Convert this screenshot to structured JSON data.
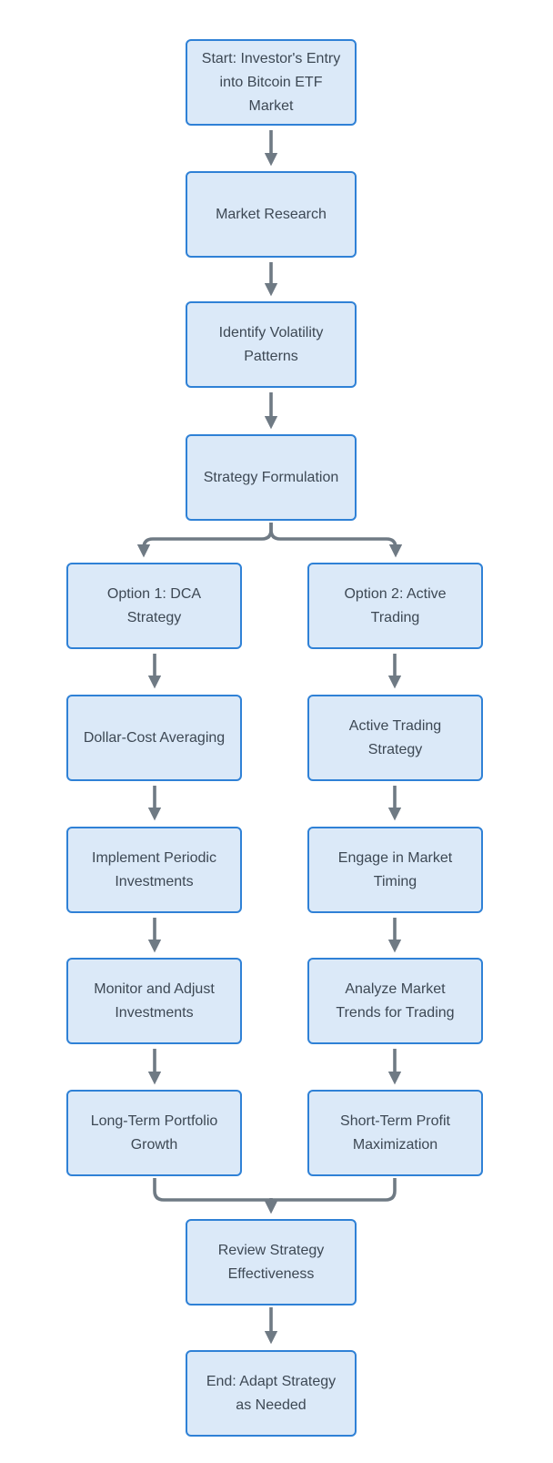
{
  "diagram": {
    "type": "flowchart",
    "direction": "top-down",
    "colors": {
      "background": "#ffffff",
      "node_fill": "#dbe9f8",
      "node_border": "#2f81d6",
      "node_text": "#3d4854",
      "connector": "#6f7a84"
    },
    "nodes": [
      {
        "id": "start",
        "label": "Start: Investor's Entry into Bitcoin ETF Market"
      },
      {
        "id": "market-research",
        "label": "Market Research"
      },
      {
        "id": "identify-volatility",
        "label": "Identify Volatility Patterns"
      },
      {
        "id": "strategy-formulation",
        "label": "Strategy Formulation"
      },
      {
        "id": "option-1-dca",
        "label": "Option 1: DCA Strategy"
      },
      {
        "id": "option-2-active-trading",
        "label": "Option 2: Active Trading"
      },
      {
        "id": "dollar-cost-averaging",
        "label": "Dollar-Cost Averaging"
      },
      {
        "id": "active-trading-strategy",
        "label": "Active Trading Strategy"
      },
      {
        "id": "implement-periodic",
        "label": "Implement Periodic Investments"
      },
      {
        "id": "engage-market-timing",
        "label": "Engage in Market Timing"
      },
      {
        "id": "monitor-adjust",
        "label": "Monitor and Adjust Investments"
      },
      {
        "id": "analyze-market-trends",
        "label": "Analyze Market Trends for Trading"
      },
      {
        "id": "long-term-growth",
        "label": "Long-Term Portfolio Growth"
      },
      {
        "id": "short-term-profit",
        "label": "Short-Term Profit Maximization"
      },
      {
        "id": "review-effectiveness",
        "label": "Review Strategy Effectiveness"
      },
      {
        "id": "end",
        "label": "End: Adapt Strategy as Needed"
      }
    ],
    "edges": [
      {
        "from": "start",
        "to": "market-research"
      },
      {
        "from": "market-research",
        "to": "identify-volatility"
      },
      {
        "from": "identify-volatility",
        "to": "strategy-formulation"
      },
      {
        "from": "strategy-formulation",
        "to": "option-1-dca"
      },
      {
        "from": "strategy-formulation",
        "to": "option-2-active-trading"
      },
      {
        "from": "option-1-dca",
        "to": "dollar-cost-averaging"
      },
      {
        "from": "dollar-cost-averaging",
        "to": "implement-periodic"
      },
      {
        "from": "implement-periodic",
        "to": "monitor-adjust"
      },
      {
        "from": "monitor-adjust",
        "to": "long-term-growth"
      },
      {
        "from": "option-2-active-trading",
        "to": "active-trading-strategy"
      },
      {
        "from": "active-trading-strategy",
        "to": "engage-market-timing"
      },
      {
        "from": "engage-market-timing",
        "to": "analyze-market-trends"
      },
      {
        "from": "analyze-market-trends",
        "to": "short-term-profit"
      },
      {
        "from": "long-term-growth",
        "to": "review-effectiveness"
      },
      {
        "from": "short-term-profit",
        "to": "review-effectiveness"
      },
      {
        "from": "review-effectiveness",
        "to": "end"
      }
    ]
  }
}
